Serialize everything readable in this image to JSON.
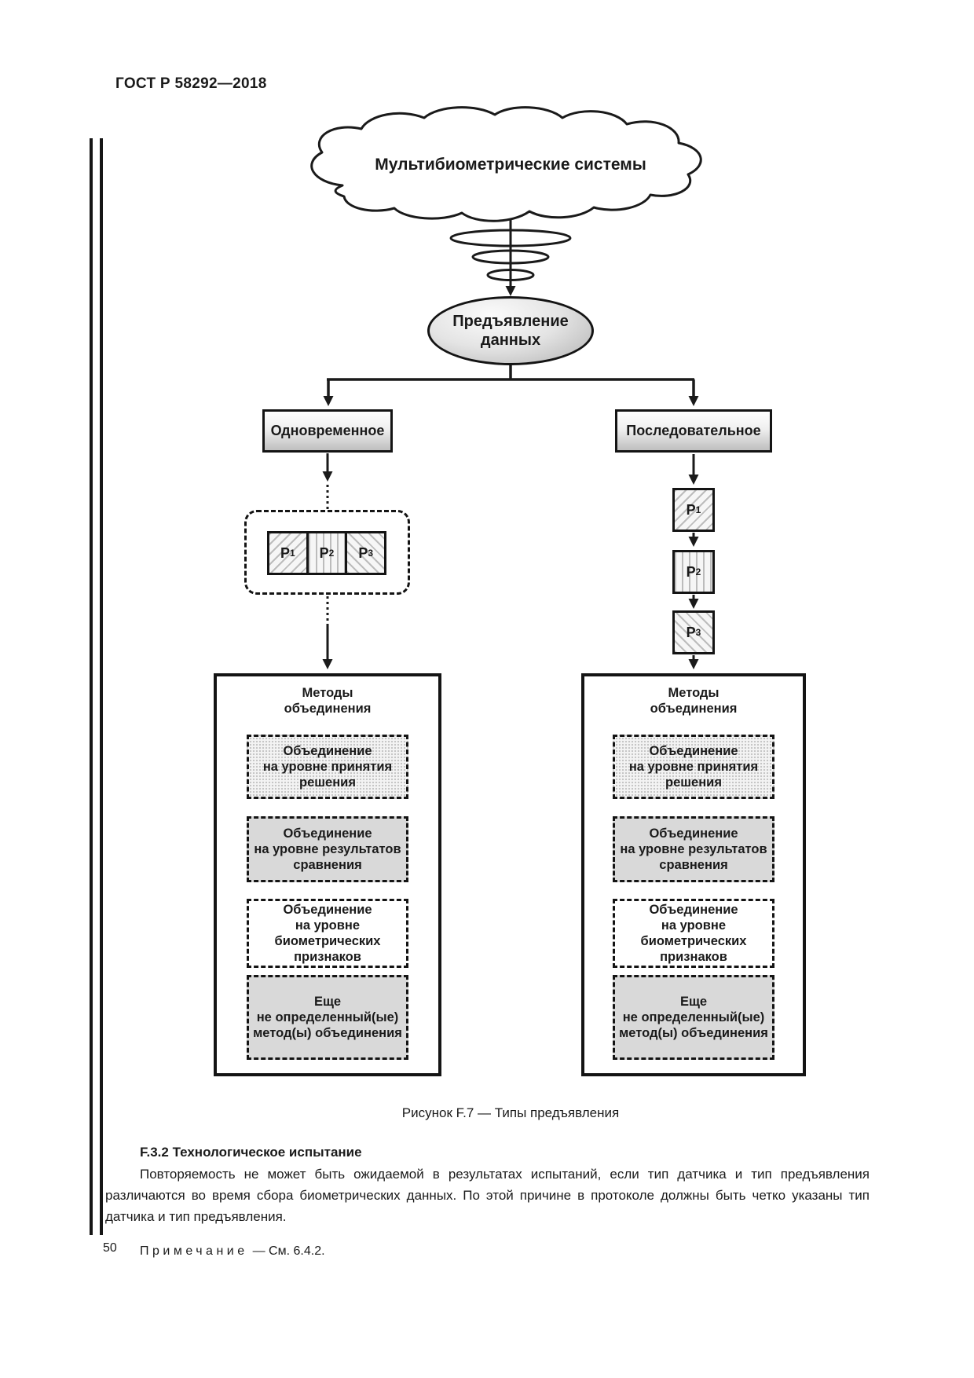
{
  "page": {
    "header": "ГОСТ Р 58292—2018",
    "page_number": "50"
  },
  "diagram": {
    "cloud_label": "Мультибиометрические системы",
    "root_node": "Предъявление\nданных",
    "branches": {
      "left": "Одновременное",
      "right": "Последовательное"
    },
    "presentations": [
      {
        "base": "P",
        "sub": "1"
      },
      {
        "base": "P",
        "sub": "2"
      },
      {
        "base": "P",
        "sub": "3"
      }
    ],
    "fusion": {
      "title": "Методы\nобъединения",
      "items": [
        {
          "text": "Объединение\nна уровне принятия\nрешения"
        },
        {
          "text": "Объединение\nна уровне результатов\nсравнения"
        },
        {
          "text": "Объединение\nна уровне\nбиометрических\nпризнаков"
        },
        {
          "text": "Еще\nне определенный(ые)\nметод(ы) объединения"
        }
      ]
    },
    "caption": "Рисунок F.7 — Типы предъявления"
  },
  "body": {
    "heading": "F.3.2 Технологическое испытание",
    "paragraph": "Повторяемость не может быть ожидаемой в результатах испытаний, если тип датчика и тип предъявления различаются во время сбора биометрических данных. По этой причине в протоколе должны быть четко указаны тип датчика и тип предъявления.",
    "note_label": "Примечание",
    "note_text": "—  См. 6.4.2."
  },
  "colors": {
    "line": "#1a1a1a",
    "box_gray_fill": "#d9d9d9",
    "gradient_gray": "#bfbfbf",
    "background": "#ffffff"
  }
}
